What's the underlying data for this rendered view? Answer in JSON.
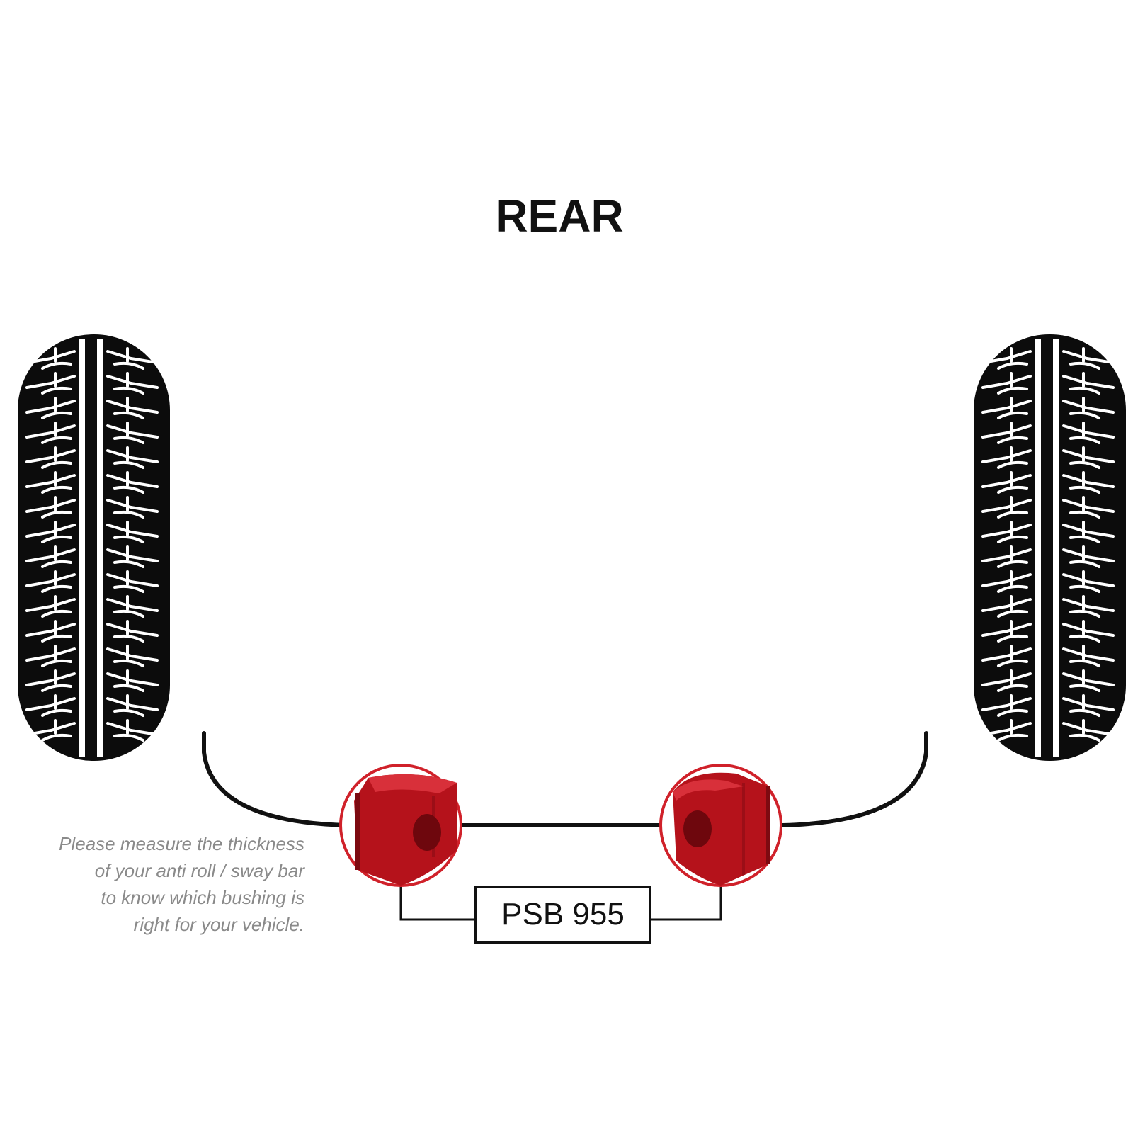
{
  "title": "REAR",
  "note_lines": [
    "Please measure the thickness",
    "of your anti roll / sway bar",
    "to know which bushing is",
    "right for your vehicle."
  ],
  "part_number": "PSB 955",
  "colors": {
    "tyre": "#0c0c0c",
    "bar": "#111111",
    "bushing": "#b5121b",
    "highlight_ring": "#d0212a",
    "note_text": "#8a8a8a"
  },
  "icons": [
    "tyre-icon",
    "bushing-icon"
  ]
}
